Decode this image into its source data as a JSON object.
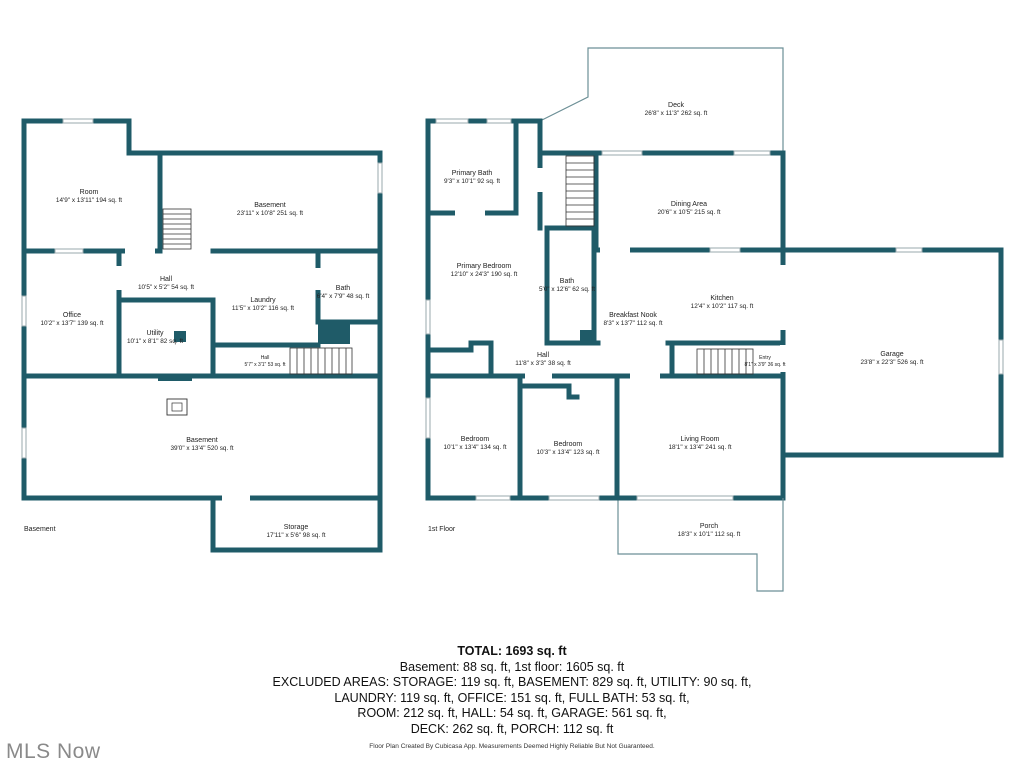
{
  "floors": {
    "basement": {
      "label": "Basement",
      "rooms": {
        "room": {
          "name": "Room",
          "dims": "14'9\" x 13'11\" 194 sq. ft"
        },
        "basement_upper": {
          "name": "Basement",
          "dims": "23'11\" x 10'8\" 251 sq. ft"
        },
        "hall": {
          "name": "Hall",
          "dims": "10'5\" x 5'2\" 54 sq. ft"
        },
        "office": {
          "name": "Office",
          "dims": "10'2\" x 13'7\" 139 sq. ft"
        },
        "laundry": {
          "name": "Laundry",
          "dims": "11'5\" x 10'2\" 116 sq. ft"
        },
        "bath": {
          "name": "Bath",
          "dims": "6'4\" x 7'9\" 48 sq. ft"
        },
        "utility": {
          "name": "Utility",
          "dims": "10'1\" x 8'1\" 82 sq. ft"
        },
        "small_hall": {
          "name": "Hall",
          "dims": "5'7\" x 3'1\" 53 sq. ft"
        },
        "basement_lower": {
          "name": "Basement",
          "dims": "39'0\" x 13'4\" 520 sq. ft"
        },
        "storage": {
          "name": "Storage",
          "dims": "17'11\" x 5'6\" 98 sq. ft"
        }
      }
    },
    "first": {
      "label": "1st Floor",
      "rooms": {
        "deck": {
          "name": "Deck",
          "dims": "26'8\" x 11'3\" 262 sq. ft"
        },
        "primary_bath": {
          "name": "Primary Bath",
          "dims": "9'3\" x 10'1\" 92 sq. ft"
        },
        "dining": {
          "name": "Dining Area",
          "dims": "20'6\" x 10'5\" 215 sq. ft"
        },
        "primary_bedroom": {
          "name": "Primary Bedroom",
          "dims": "12'10\" x 24'3\" 190 sq. ft"
        },
        "bath": {
          "name": "Bath",
          "dims": "5'0\" x 12'6\" 62 sq. ft"
        },
        "breakfast": {
          "name": "Breakfast Nook",
          "dims": "8'3\" x 13'7\" 112 sq. ft"
        },
        "kitchen": {
          "name": "Kitchen",
          "dims": "12'4\" x 10'2\" 117 sq. ft"
        },
        "hall": {
          "name": "Hall",
          "dims": "11'8\" x 3'3\" 38 sq. ft"
        },
        "entry": {
          "name": "Entry",
          "dims": "8'1\" x 3'9\" 36 sq. ft"
        },
        "garage": {
          "name": "Garage",
          "dims": "23'8\" x 22'3\" 526 sq. ft"
        },
        "bedroom1": {
          "name": "Bedroom",
          "dims": "10'1\" x 13'4\" 134 sq. ft"
        },
        "bedroom2": {
          "name": "Bedroom",
          "dims": "10'3\" x 13'4\" 123 sq. ft"
        },
        "living": {
          "name": "Living Room",
          "dims": "18'1\" x 13'4\" 241 sq. ft"
        },
        "porch": {
          "name": "Porch",
          "dims": "18'3\" x 10'1\" 112 sq. ft"
        }
      }
    }
  },
  "summary": {
    "total": "TOTAL: 1693 sq. ft",
    "line1": "Basement: 88 sq. ft, 1st floor: 1605 sq. ft",
    "line2": "EXCLUDED AREAS: STORAGE: 119 sq. ft, BASEMENT: 829 sq. ft, UTILITY: 90 sq. ft,",
    "line3": "LAUNDRY: 119 sq. ft, OFFICE: 151 sq. ft, FULL BATH: 53 sq. ft,",
    "line4": "ROOM: 212 sq. ft, HALL: 54 sq. ft, GARAGE: 561 sq. ft,",
    "line5": "DECK: 262 sq. ft, PORCH: 112 sq. ft"
  },
  "credit": "Floor Plan Created By Cubicasa App. Measurements Deemed Highly Reliable But Not Guaranteed.",
  "brand": "MLS Now",
  "colors": {
    "wall": "#1f5b68",
    "text": "#222222",
    "brand": "#8a8a8a"
  }
}
